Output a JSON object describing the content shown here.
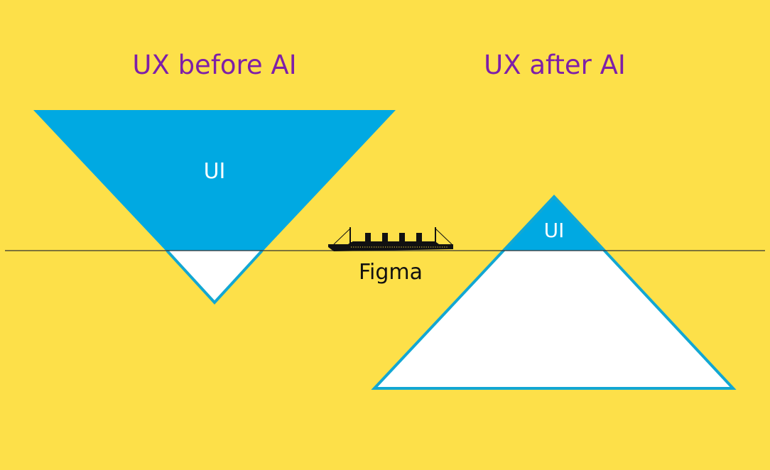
{
  "headings": {
    "before": "UX before AI",
    "after": "UX after AI"
  },
  "labels": {
    "ui_before": "UI",
    "ui_after": "UI",
    "figma": "Figma"
  },
  "icons": {
    "ship": "ship-silhouette-icon"
  },
  "colors": {
    "background": "#FDE049",
    "heading_text": "#7E1FA8",
    "ui_fill": "#00A9E2",
    "below_waterline_fill": "#FFFFFF",
    "triangle_outline": "#12A7D3",
    "waterline": "#333333",
    "ship": "#111111",
    "ui_label_text": "#FFFFFF",
    "figma_label_text": "#111111"
  }
}
